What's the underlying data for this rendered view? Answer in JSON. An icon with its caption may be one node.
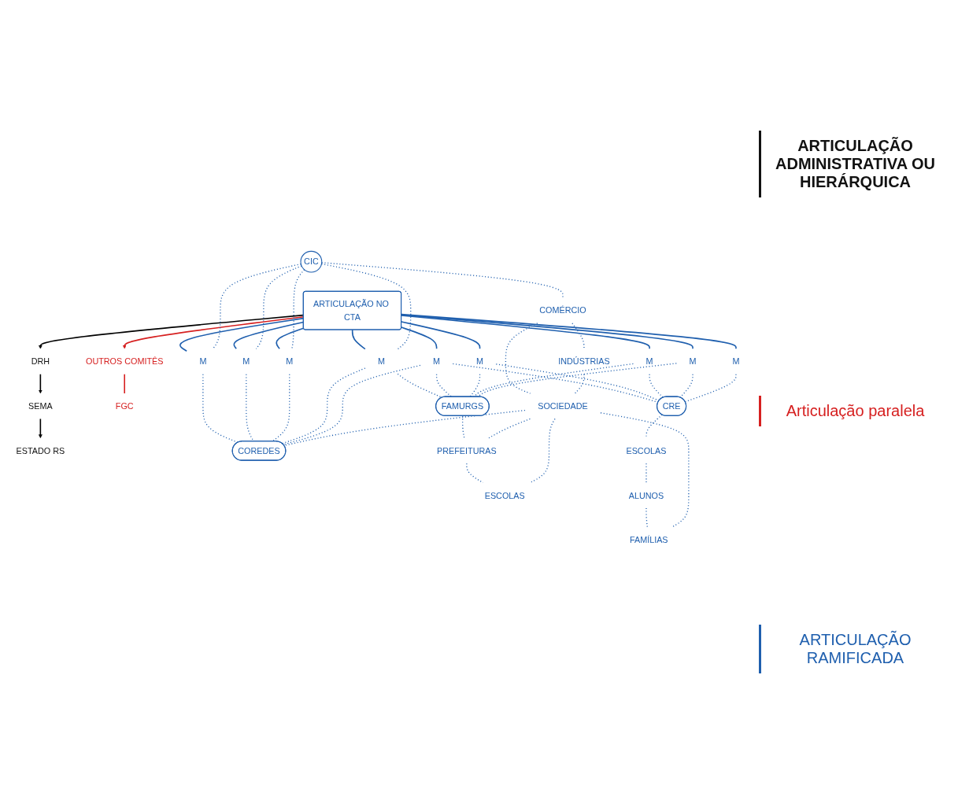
{
  "diagram": {
    "nodes": [
      {
        "text": [
          "ESTADO RS"
        ]
      },
      {
        "text": [
          "SEMA"
        ]
      },
      {
        "text": [
          "DRH"
        ]
      },
      {
        "text": [
          "ARTICULAÇÃO NO CTA"
        ]
      },
      {
        "text": [
          "OUTROS COMITÊS"
        ]
      },
      {
        "text": [
          "FGC"
        ]
      },
      {
        "text": [
          "CIC"
        ]
      },
      {
        "text": [
          "COMÉRCIO"
        ]
      },
      {
        "text": [
          "INDÚSTRIAS"
        ]
      },
      {
        "text": [
          "M"
        ]
      },
      {
        "text": [
          "M"
        ]
      },
      {
        "text": [
          "M"
        ]
      },
      {
        "text": [
          "M"
        ]
      },
      {
        "text": [
          "M"
        ]
      },
      {
        "text": [
          "M"
        ]
      },
      {
        "text": [
          "M"
        ]
      },
      {
        "text": [
          "M"
        ]
      },
      {
        "text": [
          "M"
        ]
      },
      {
        "text": [
          "COREDES"
        ]
      },
      {
        "text": [
          "FAMURGS"
        ]
      },
      {
        "text": [
          "CRE"
        ]
      },
      {
        "text": [
          "PREFEITURAS"
        ]
      },
      {
        "text": [
          "ESCOLAS"
        ]
      },
      {
        "text": [
          "ESCOLAS"
        ]
      },
      {
        "text": [
          "ALUNOS"
        ]
      },
      {
        "text": [
          "FAMÍLIAS"
        ]
      },
      {
        "text": [
          "SOCIEDADE"
        ]
      }
    ],
    "edges": [
      {
        "from": 2,
        "to": 1,
        "arrow": "to",
        "color": "#000000"
      },
      {
        "from": 1,
        "to": 0,
        "arrow": "to",
        "color": "#000000"
      },
      {
        "from": 3,
        "to": 2,
        "arrow": "to",
        "color": "#000000"
      },
      {
        "from": 3,
        "to": 4,
        "arrow": "to",
        "color": "#d62020"
      },
      {
        "from": 4,
        "to": 5,
        "arrow": "none",
        "color": "#d62020"
      },
      {
        "from": 3,
        "to": 9,
        "arrow": "none"
      },
      {
        "from": 3,
        "to": 10,
        "arrow": "none"
      },
      {
        "from": 3,
        "to": 11,
        "arrow": "none"
      },
      {
        "from": 3,
        "to": 12,
        "arrow": "none"
      },
      {
        "from": 3,
        "to": 13,
        "arrow": "none"
      },
      {
        "from": 3,
        "to": 14,
        "arrow": "none"
      },
      {
        "from": 3,
        "to": 15,
        "arrow": "none"
      },
      {
        "from": 3,
        "to": 16,
        "arrow": "none"
      },
      {
        "from": 3,
        "to": 17,
        "arrow": "none"
      },
      {
        "from": 6,
        "to": 9,
        "arrow": "none",
        "style": "dashed"
      },
      {
        "from": 6,
        "to": 10,
        "arrow": "none",
        "style": "dashed"
      },
      {
        "from": 6,
        "to": 11,
        "arrow": "none",
        "style": "dashed"
      },
      {
        "from": 6,
        "to": 12,
        "arrow": "none",
        "style": "dashed"
      },
      {
        "from": 6,
        "to": 7,
        "arrow": "none",
        "style": "dashed"
      },
      {
        "from": 7,
        "to": 8,
        "arrow": "none",
        "style": "dashed"
      },
      {
        "from": 7,
        "to": 26,
        "arrow": "none",
        "style": "dashed"
      },
      {
        "from": 8,
        "to": 26,
        "arrow": "none",
        "style": "dashed"
      },
      {
        "from": 9,
        "to": 18,
        "arrow": "none",
        "style": "dashed"
      },
      {
        "from": 10,
        "to": 18,
        "arrow": "none",
        "style": "dashed"
      },
      {
        "from": 11,
        "to": 18,
        "arrow": "none",
        "style": "dashed"
      },
      {
        "from": 12,
        "to": 18,
        "arrow": "none",
        "style": "dashed"
      },
      {
        "from": 12,
        "to": 19,
        "arrow": "none",
        "style": "dashed"
      },
      {
        "from": 13,
        "to": 18,
        "arrow": "none",
        "style": "dashed"
      },
      {
        "from": 13,
        "to": 19,
        "arrow": "none",
        "style": "dashed"
      },
      {
        "from": 13,
        "to": 20,
        "arrow": "none",
        "style": "dashed"
      },
      {
        "from": 14,
        "to": 19,
        "arrow": "none",
        "style": "dashed"
      },
      {
        "from": 14,
        "to": 20,
        "arrow": "none",
        "style": "dashed"
      },
      {
        "from": 15,
        "to": 19,
        "arrow": "none",
        "style": "dashed"
      },
      {
        "from": 15,
        "to": 20,
        "arrow": "none",
        "style": "dashed"
      },
      {
        "from": 16,
        "to": 19,
        "arrow": "none",
        "style": "dashed"
      },
      {
        "from": 16,
        "to": 20,
        "arrow": "none",
        "style": "dashed"
      },
      {
        "from": 17,
        "to": 20,
        "arrow": "none",
        "style": "dashed"
      },
      {
        "from": 19,
        "to": 21,
        "arrow": "none",
        "style": "dashed"
      },
      {
        "from": 21,
        "to": 23,
        "arrow": "none",
        "style": "dashed"
      },
      {
        "from": 20,
        "to": 22,
        "arrow": "none",
        "style": "dashed"
      },
      {
        "from": 22,
        "to": 24,
        "arrow": "none",
        "style": "dashed"
      },
      {
        "from": 24,
        "to": 25,
        "arrow": "none",
        "style": "dashed"
      },
      {
        "from": 26,
        "to": 18,
        "arrow": "none",
        "style": "dashed"
      },
      {
        "from": 26,
        "to": 21,
        "arrow": "none",
        "style": "dashed"
      },
      {
        "from": 26,
        "to": 23,
        "arrow": "none",
        "style": "dashed"
      },
      {
        "from": 26,
        "to": 25,
        "arrow": "none",
        "style": "dashed"
      }
    ],
    "labels": [
      "ARTICULAÇÃO ADMINISTRATIVA OU HIERÁRQUICA",
      "Articulação paralela",
      "ARTICULAÇÃO RAMIFICADA"
    ]
  }
}
